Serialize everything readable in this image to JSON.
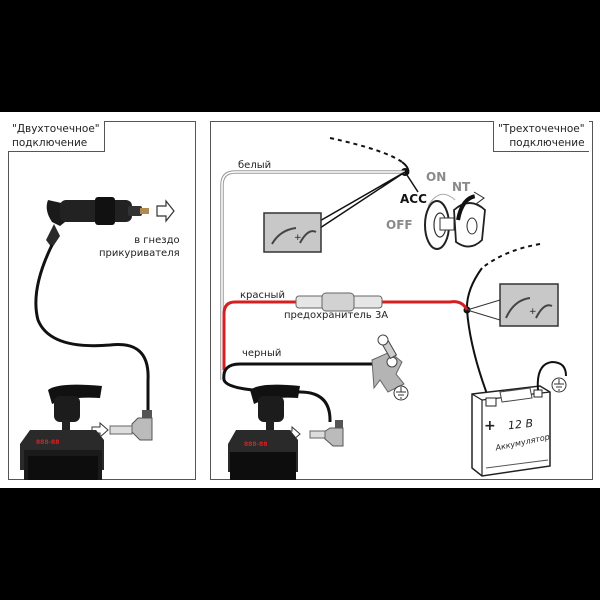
{
  "left_panel": {
    "title_line1": "\"Двухточечное\"",
    "title_line2": "подключение",
    "socket_label_line1": "в гнездо",
    "socket_label_line2": "прикуривателя"
  },
  "right_panel": {
    "title_line1": "\"Трехточечное\"",
    "title_line2": "подключение",
    "wire_white": "белый",
    "wire_red": "красный",
    "wire_black": "черный",
    "fuse_label": "предохранитель 3А",
    "ignition": {
      "acc": "ACC",
      "on": "ON",
      "nt": "NT",
      "off": "OFF"
    },
    "battery": {
      "plus": "+",
      "voltage": "12 В",
      "name": "Аккумулятор"
    }
  },
  "device": {
    "display_text": "888-88"
  },
  "colors": {
    "red_wire": "#d42020",
    "black_wire": "#111111",
    "white_wire": "#9a9a9a",
    "ignition_label_grey": "#8a8a8a",
    "connector_box_grey": "#c8c8c8"
  }
}
